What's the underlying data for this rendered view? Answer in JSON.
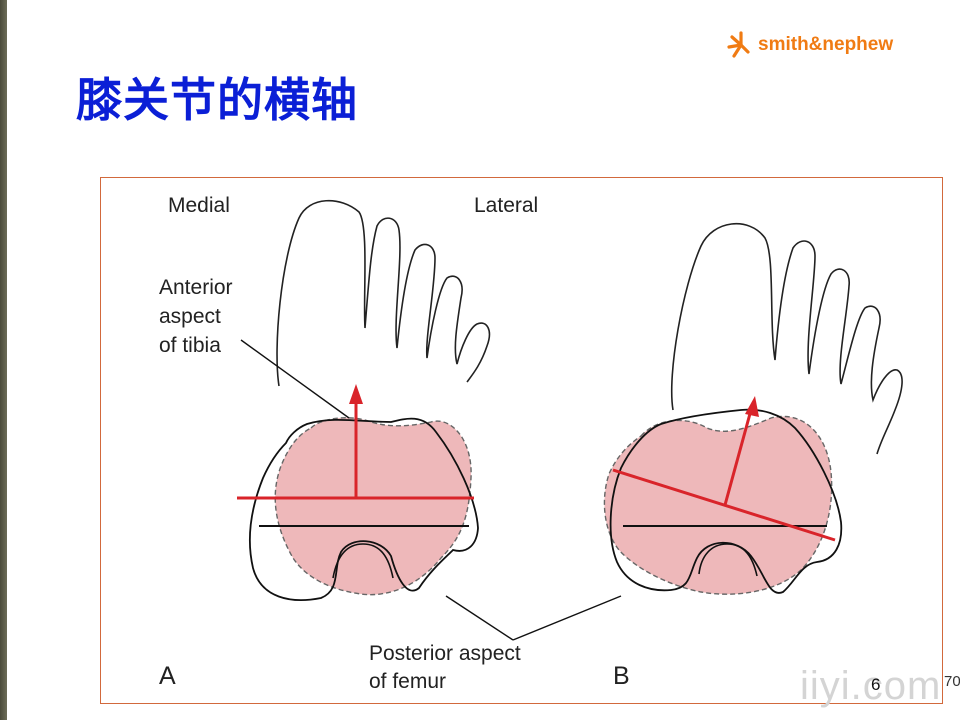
{
  "slide": {
    "title": "膝关节的横轴",
    "brand": "smith&nephew",
    "page_number": "6",
    "page_total": "70",
    "watermark": "iiyi.com"
  },
  "figure": {
    "labels": {
      "medial": "Medial",
      "lateral": "Lateral",
      "anterior_1": "Anterior",
      "anterior_2": "aspect",
      "anterior_3": "of tibia",
      "posterior_1": "Posterior aspect",
      "posterior_2": "of femur",
      "panel_a": "A",
      "panel_b": "B"
    }
  },
  "colors": {
    "title": "#0b1fd6",
    "brand": "#f07b13",
    "axis_red": "#d9242a",
    "tibia_fill": "#eeb8ba",
    "frame": "#d2693c"
  }
}
